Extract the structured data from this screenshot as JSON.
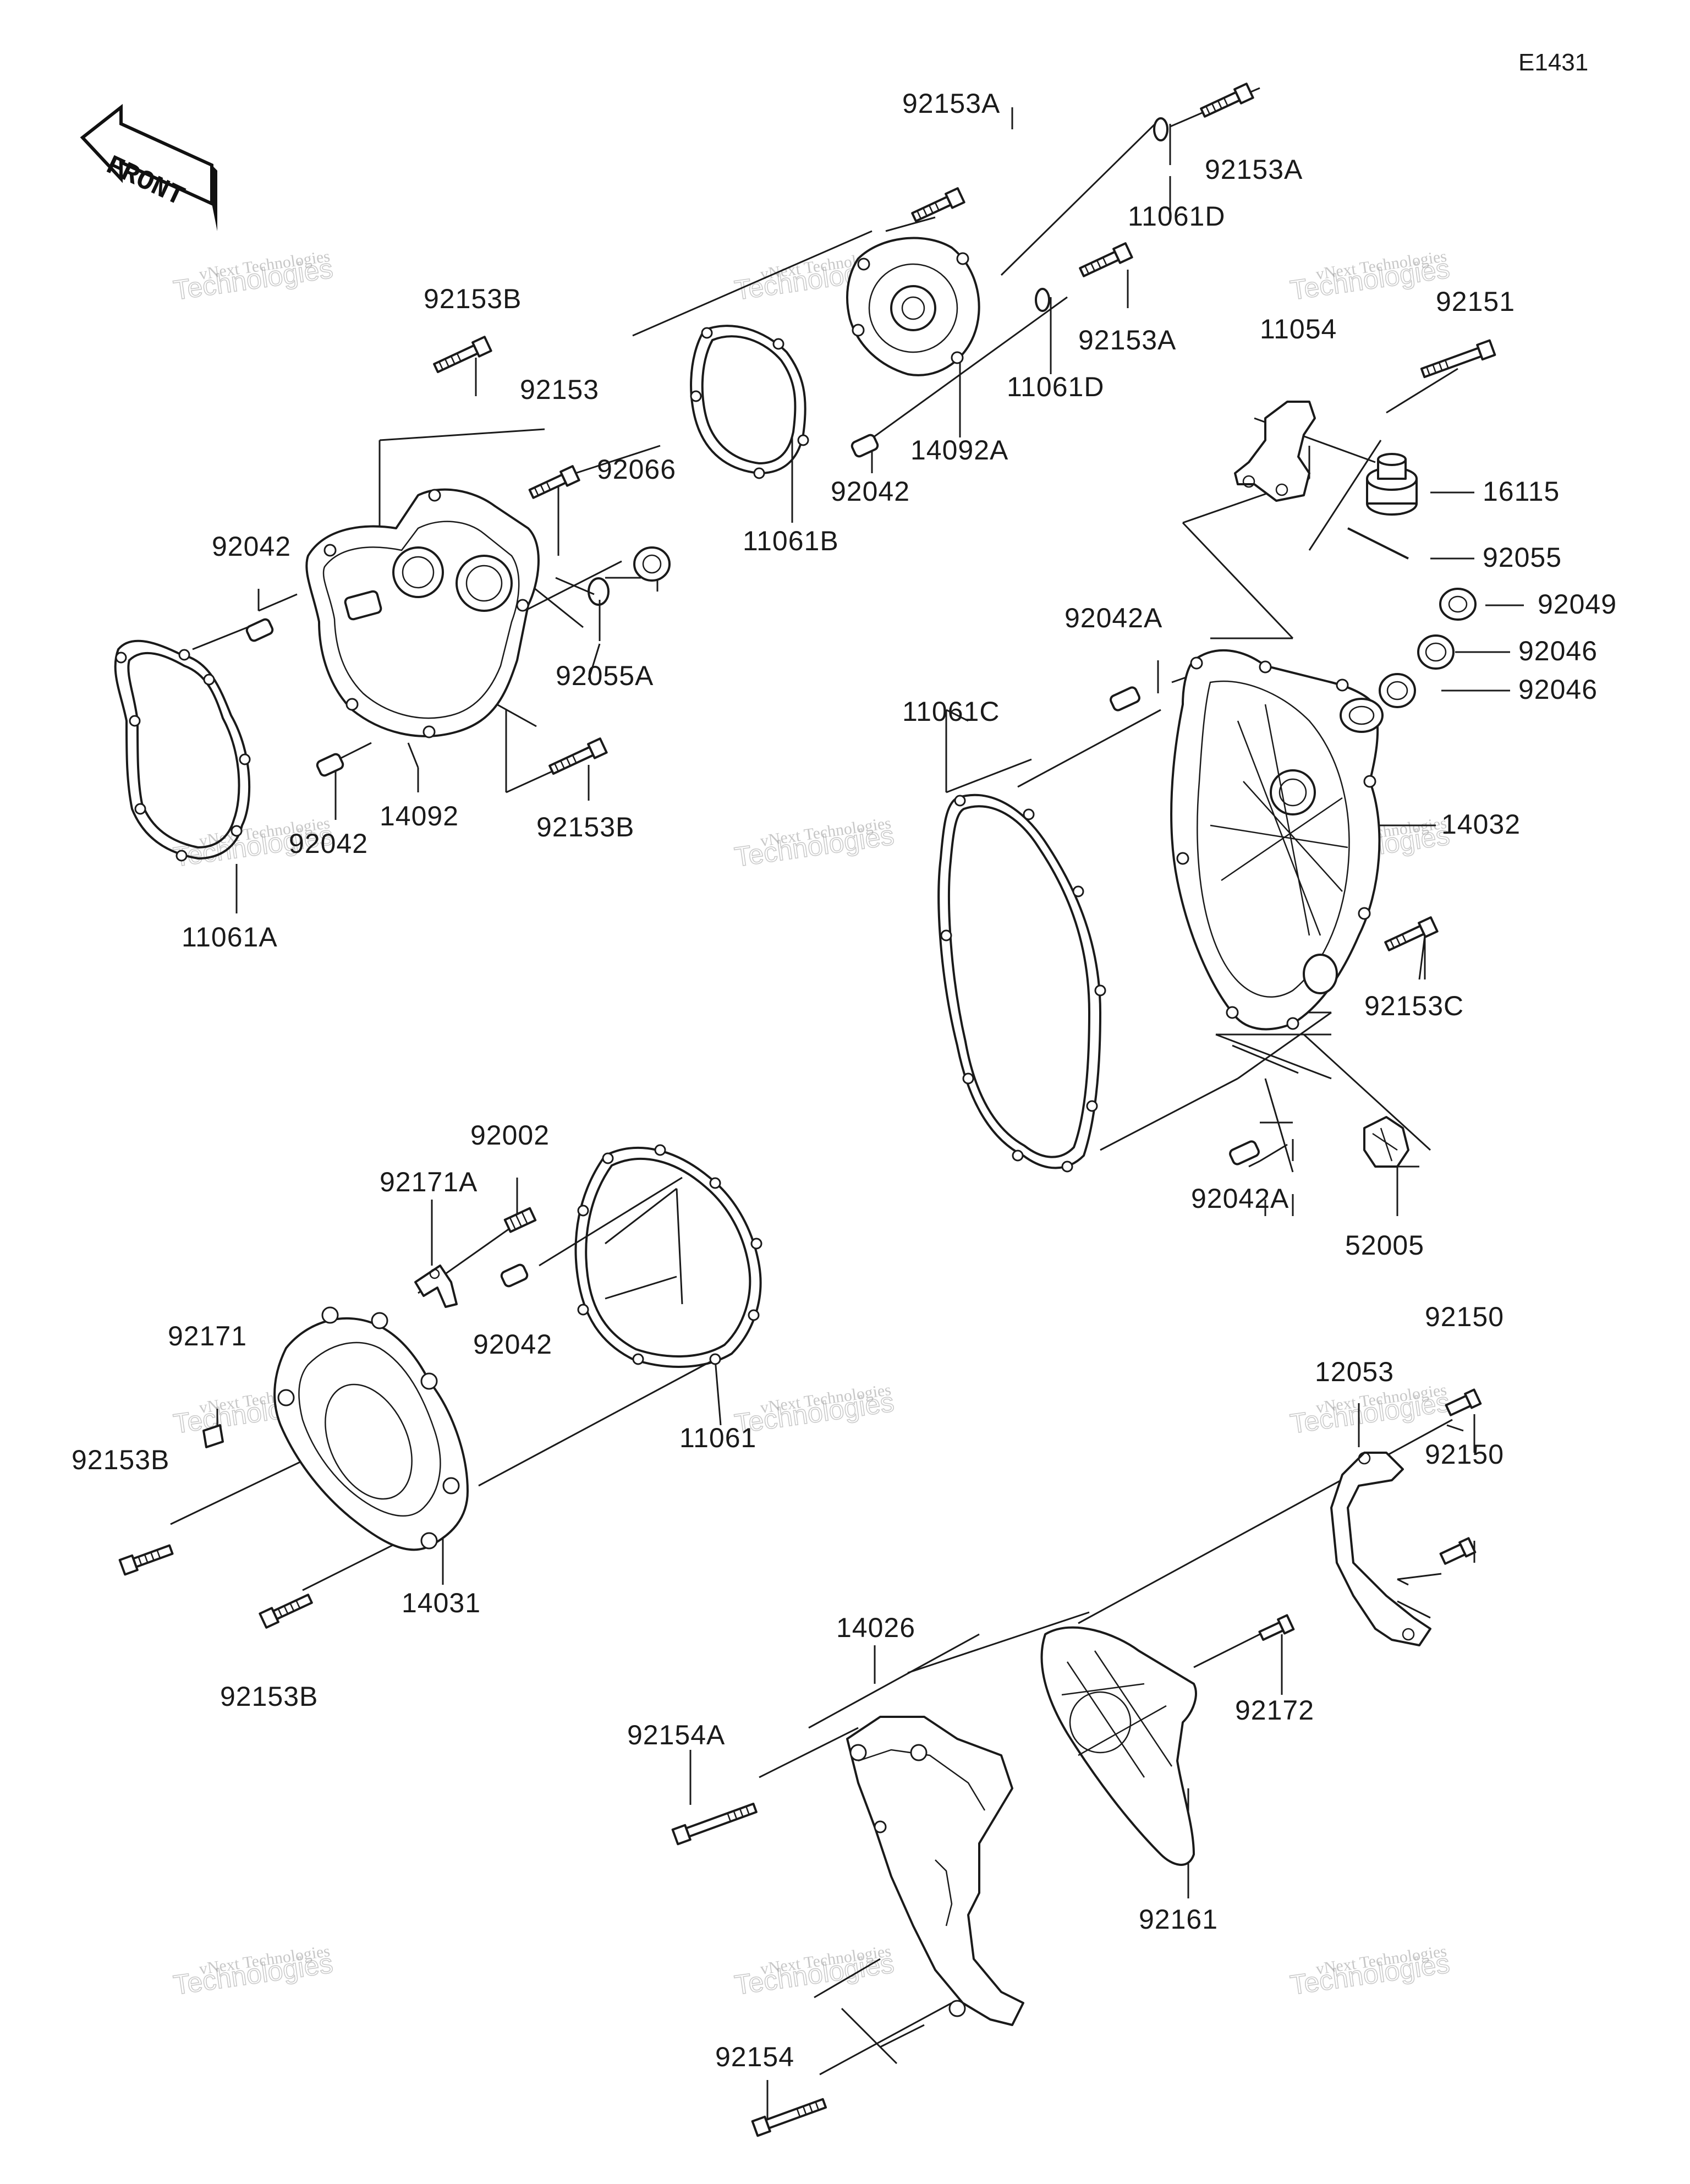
{
  "page_code": "E1431",
  "front_arrow_label": "FRONT",
  "watermark": {
    "line1": "vNext Technologies",
    "line2": "Technologies"
  },
  "labels": {
    "p92153A_top": "92153A",
    "p92153A_right": "92153A",
    "p11061D_top": "11061D",
    "p92153A_mid": "92153A",
    "p11061D_mid": "11061D",
    "p14092A": "14092A",
    "p92042_top": "92042",
    "p11061B": "11061B",
    "p92153B_top": "92153B",
    "p92153": "92153",
    "p92066": "92066",
    "p92042_left": "92042",
    "p92055A": "92055A",
    "p14092": "14092",
    "p92042_low": "92042",
    "p92153B_mid": "92153B",
    "p11061A": "11061A",
    "p11054": "11054",
    "p92151": "92151",
    "p16115": "16115",
    "p92055": "92055",
    "p92049": "92049",
    "p92046_a": "92046",
    "p92046_b": "92046",
    "p92042A_top": "92042A",
    "p11061C": "11061C",
    "p14032": "14032",
    "p92153C": "92153C",
    "p92042A_low": "92042A",
    "p52005": "52005",
    "p92002": "92002",
    "p92171A": "92171A",
    "p92042_mid": "92042",
    "p92171": "92171",
    "p11061": "11061",
    "p92153B_left": "92153B",
    "p14031": "14031",
    "p92153B_bot": "92153B",
    "p92150_top": "92150",
    "p12053": "12053",
    "p92150_mid": "92150",
    "p14026": "14026",
    "p92172": "92172",
    "p92154A": "92154A",
    "p92161": "92161",
    "p92154": "92154"
  }
}
